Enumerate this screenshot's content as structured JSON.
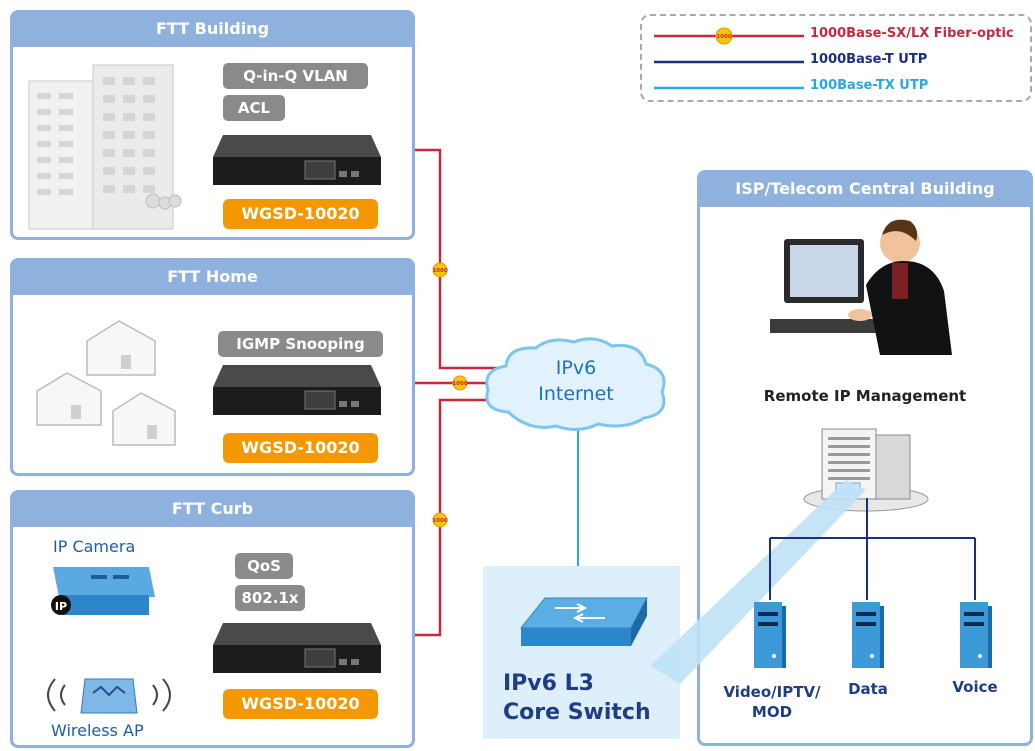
{
  "legend": {
    "fiber": "1000Base-SX/LX Fiber-optic",
    "utp1000": "1000Base-T UTP",
    "utp100": "100Base-TX UTP",
    "badge": "1000"
  },
  "colors": {
    "fiber": "#c6293e",
    "utp1000": "#1b2f7e",
    "utp100": "#2aa8df",
    "panel": "#8fb1dd",
    "model_bg": "#f39800",
    "tag_bg": "#8a8a8a"
  },
  "panels": {
    "building": {
      "title": "FTT Building",
      "tags": [
        "Q-in-Q VLAN",
        "ACL"
      ],
      "model": "WGSD-10020"
    },
    "home": {
      "title": "FTT Home",
      "tags": [
        "IGMP Snooping"
      ],
      "model": "WGSD-10020"
    },
    "curb": {
      "title": "FTT Curb",
      "tags": [
        "QoS",
        "802.1x"
      ],
      "model": "WGSD-10020",
      "camera_label": "IP Camera",
      "camera_badge": "IP",
      "ap_label": "Wireless AP"
    }
  },
  "internet": {
    "line1": "IPv6",
    "line2": "Internet"
  },
  "core": {
    "line1": "IPv6 L3",
    "line2": "Core Switch"
  },
  "isp": {
    "title": "ISP/Telecom Central Building",
    "management": "Remote IP Management",
    "servers": [
      "Video/IPTV/\nMOD",
      "Data",
      "Voice"
    ],
    "server_line1": "Video/IPTV/",
    "server_line2": "MOD",
    "server_data": "Data",
    "server_voice": "Voice"
  }
}
